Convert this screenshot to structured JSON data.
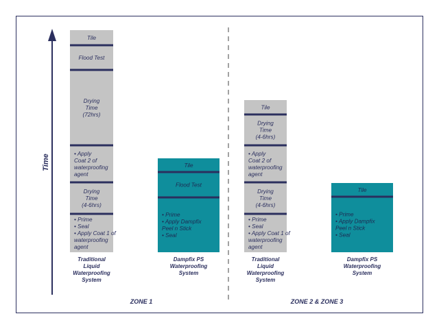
{
  "colors": {
    "navy": "#2b2f5e",
    "grey": "#c4c4c4",
    "teal": "#0f8e9c",
    "text_on_grey": "#2b2f5e",
    "text_on_teal": "#1e2a52"
  },
  "axis": {
    "label": "Time"
  },
  "zones": [
    {
      "label": "ZONE 1"
    },
    {
      "label": "ZONE 2 & ZONE 3"
    }
  ],
  "columns": [
    {
      "id": "z1-traditional",
      "fill": "grey",
      "caption": [
        "Traditional",
        "Liquid",
        "Waterproofing",
        "System"
      ],
      "blocks": [
        {
          "lines": [
            "Tile"
          ],
          "align": "center"
        },
        {
          "lines": [
            "Flood Test"
          ],
          "align": "center"
        },
        {
          "lines": [
            "Drying",
            "Time",
            "(72hrs)"
          ],
          "align": "center"
        },
        {
          "lines": [
            "• Apply",
            "Coat 2 of",
            "waterproofing",
            "agent"
          ],
          "align": "left"
        },
        {
          "lines": [
            "Drying",
            "Time",
            "(4-6hrs)"
          ],
          "align": "center"
        },
        {
          "lines": [
            "• Prime",
            "• Seal",
            "• Apply Coat 1 of",
            "waterproofing",
            "agent"
          ],
          "align": "left"
        }
      ]
    },
    {
      "id": "z1-dampfix",
      "fill": "teal",
      "caption": [
        "Dampfix PS",
        "Waterproofing",
        "System"
      ],
      "blocks": [
        {
          "lines": [
            "Tile"
          ],
          "align": "center"
        },
        {
          "lines": [
            "Flood Test"
          ],
          "align": "center"
        },
        {
          "lines": [
            "• Prime",
            "• Apply Dampfix",
            "Peel n Stick",
            "• Seal"
          ],
          "align": "left"
        }
      ]
    },
    {
      "id": "z2-traditional",
      "fill": "grey",
      "caption": [
        "Traditional",
        "Liquid",
        "Waterproofing",
        "System"
      ],
      "blocks": [
        {
          "lines": [
            "Tile"
          ],
          "align": "center"
        },
        {
          "lines": [
            "Drying",
            "Time",
            "(4-6hrs)"
          ],
          "align": "center"
        },
        {
          "lines": [
            "• Apply",
            "Coat 2 of",
            "waterproofing",
            "agent"
          ],
          "align": "left"
        },
        {
          "lines": [
            "Drying",
            "Time",
            "(4-6hrs)"
          ],
          "align": "center"
        },
        {
          "lines": [
            "• Prime",
            "• Seal",
            "• Apply Coat 1 of",
            "waterproofing",
            "agent"
          ],
          "align": "left"
        }
      ]
    },
    {
      "id": "z2-dampfix",
      "fill": "teal",
      "caption": [
        "Dampfix PS",
        "Waterproofing",
        "System"
      ],
      "blocks": [
        {
          "lines": [
            "Tile"
          ],
          "align": "center"
        },
        {
          "lines": [
            "• Prime",
            "• Apply Dampfix",
            "Peel n Stick",
            "• Seal"
          ],
          "align": "left"
        }
      ]
    }
  ]
}
